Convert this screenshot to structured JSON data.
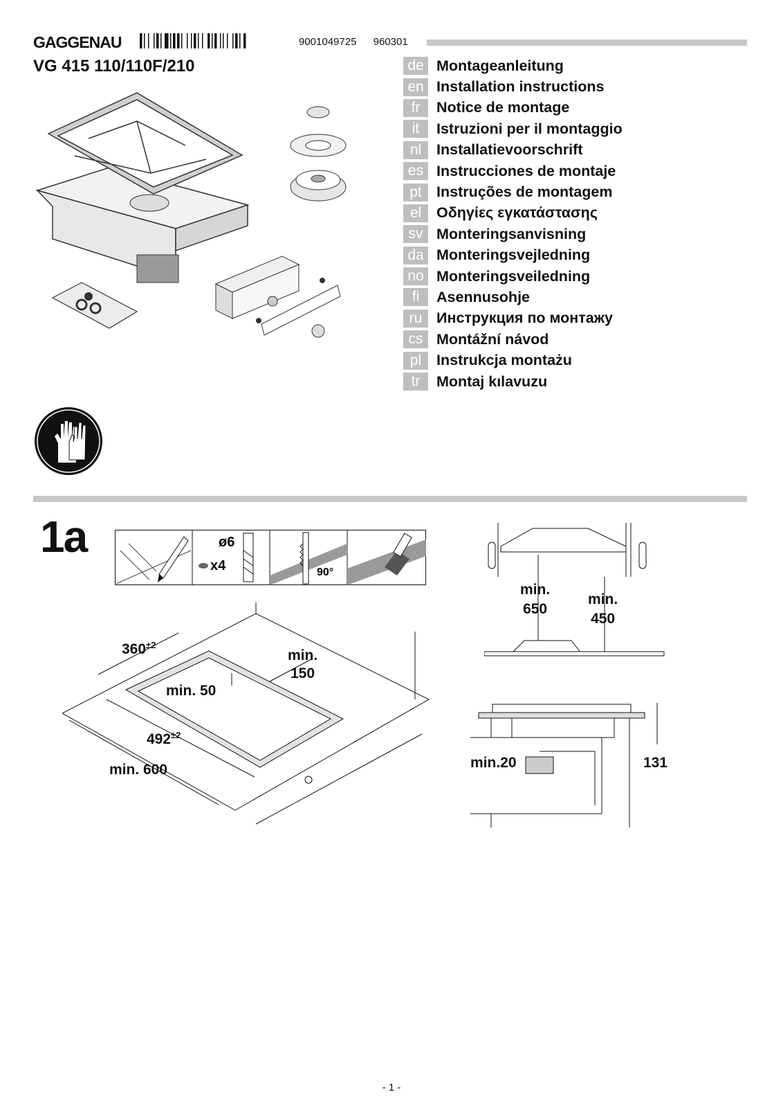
{
  "header": {
    "brand": "GAGGENAU",
    "article_number": "9001049725",
    "date_code": "960301",
    "model": "VG 415 110/110F/210"
  },
  "languages": [
    {
      "code": "de",
      "title": "Montageanleitung"
    },
    {
      "code": "en",
      "title": "Installation instructions"
    },
    {
      "code": "fr",
      "title": "Notice de montage"
    },
    {
      "code": "it",
      "title": "Istruzioni per il montaggio"
    },
    {
      "code": "nl",
      "title": "Installatievoorschrift"
    },
    {
      "code": "es",
      "title": "Instrucciones de montaje"
    },
    {
      "code": "pt",
      "title": "Instruções de montagem"
    },
    {
      "code": "el",
      "title": "Οδηγίες εγκατάστασης"
    },
    {
      "code": "sv",
      "title": "Monteringsanvisning"
    },
    {
      "code": "da",
      "title": "Monteringsvejledning"
    },
    {
      "code": "no",
      "title": "Monteringsveiledning"
    },
    {
      "code": "fi",
      "title": "Asennusohje"
    },
    {
      "code": "ru",
      "title": "Инструкция по монтажу"
    },
    {
      "code": "cs",
      "title": "Montážní návod"
    },
    {
      "code": "pl",
      "title": "Instrukcja montażu"
    },
    {
      "code": "tr",
      "title": "Montaj kılavuzu"
    }
  ],
  "icons": {
    "gloves": "protective-gloves-icon",
    "pencil": "pencil-icon",
    "drill": "drill-bit-icon",
    "saw": "jigsaw-blade-icon",
    "brush": "brush-icon"
  },
  "step": {
    "number": "1a",
    "drill_diameter": "ø6",
    "drill_count": "x4",
    "saw_angle": "90°"
  },
  "cutout": {
    "width": "360",
    "width_tol": "±2",
    "depth": "492",
    "depth_tol": "±2",
    "rear_clearance": "min.",
    "rear_value": "150",
    "front_clearance": "min. 50",
    "worktop_depth": "min. 600"
  },
  "clearances": {
    "above_label": "min.",
    "above_value": "650",
    "side_label": "min.",
    "side_value": "450",
    "height": "131",
    "under": "min.20"
  },
  "footer": {
    "page": "- 1 -"
  }
}
